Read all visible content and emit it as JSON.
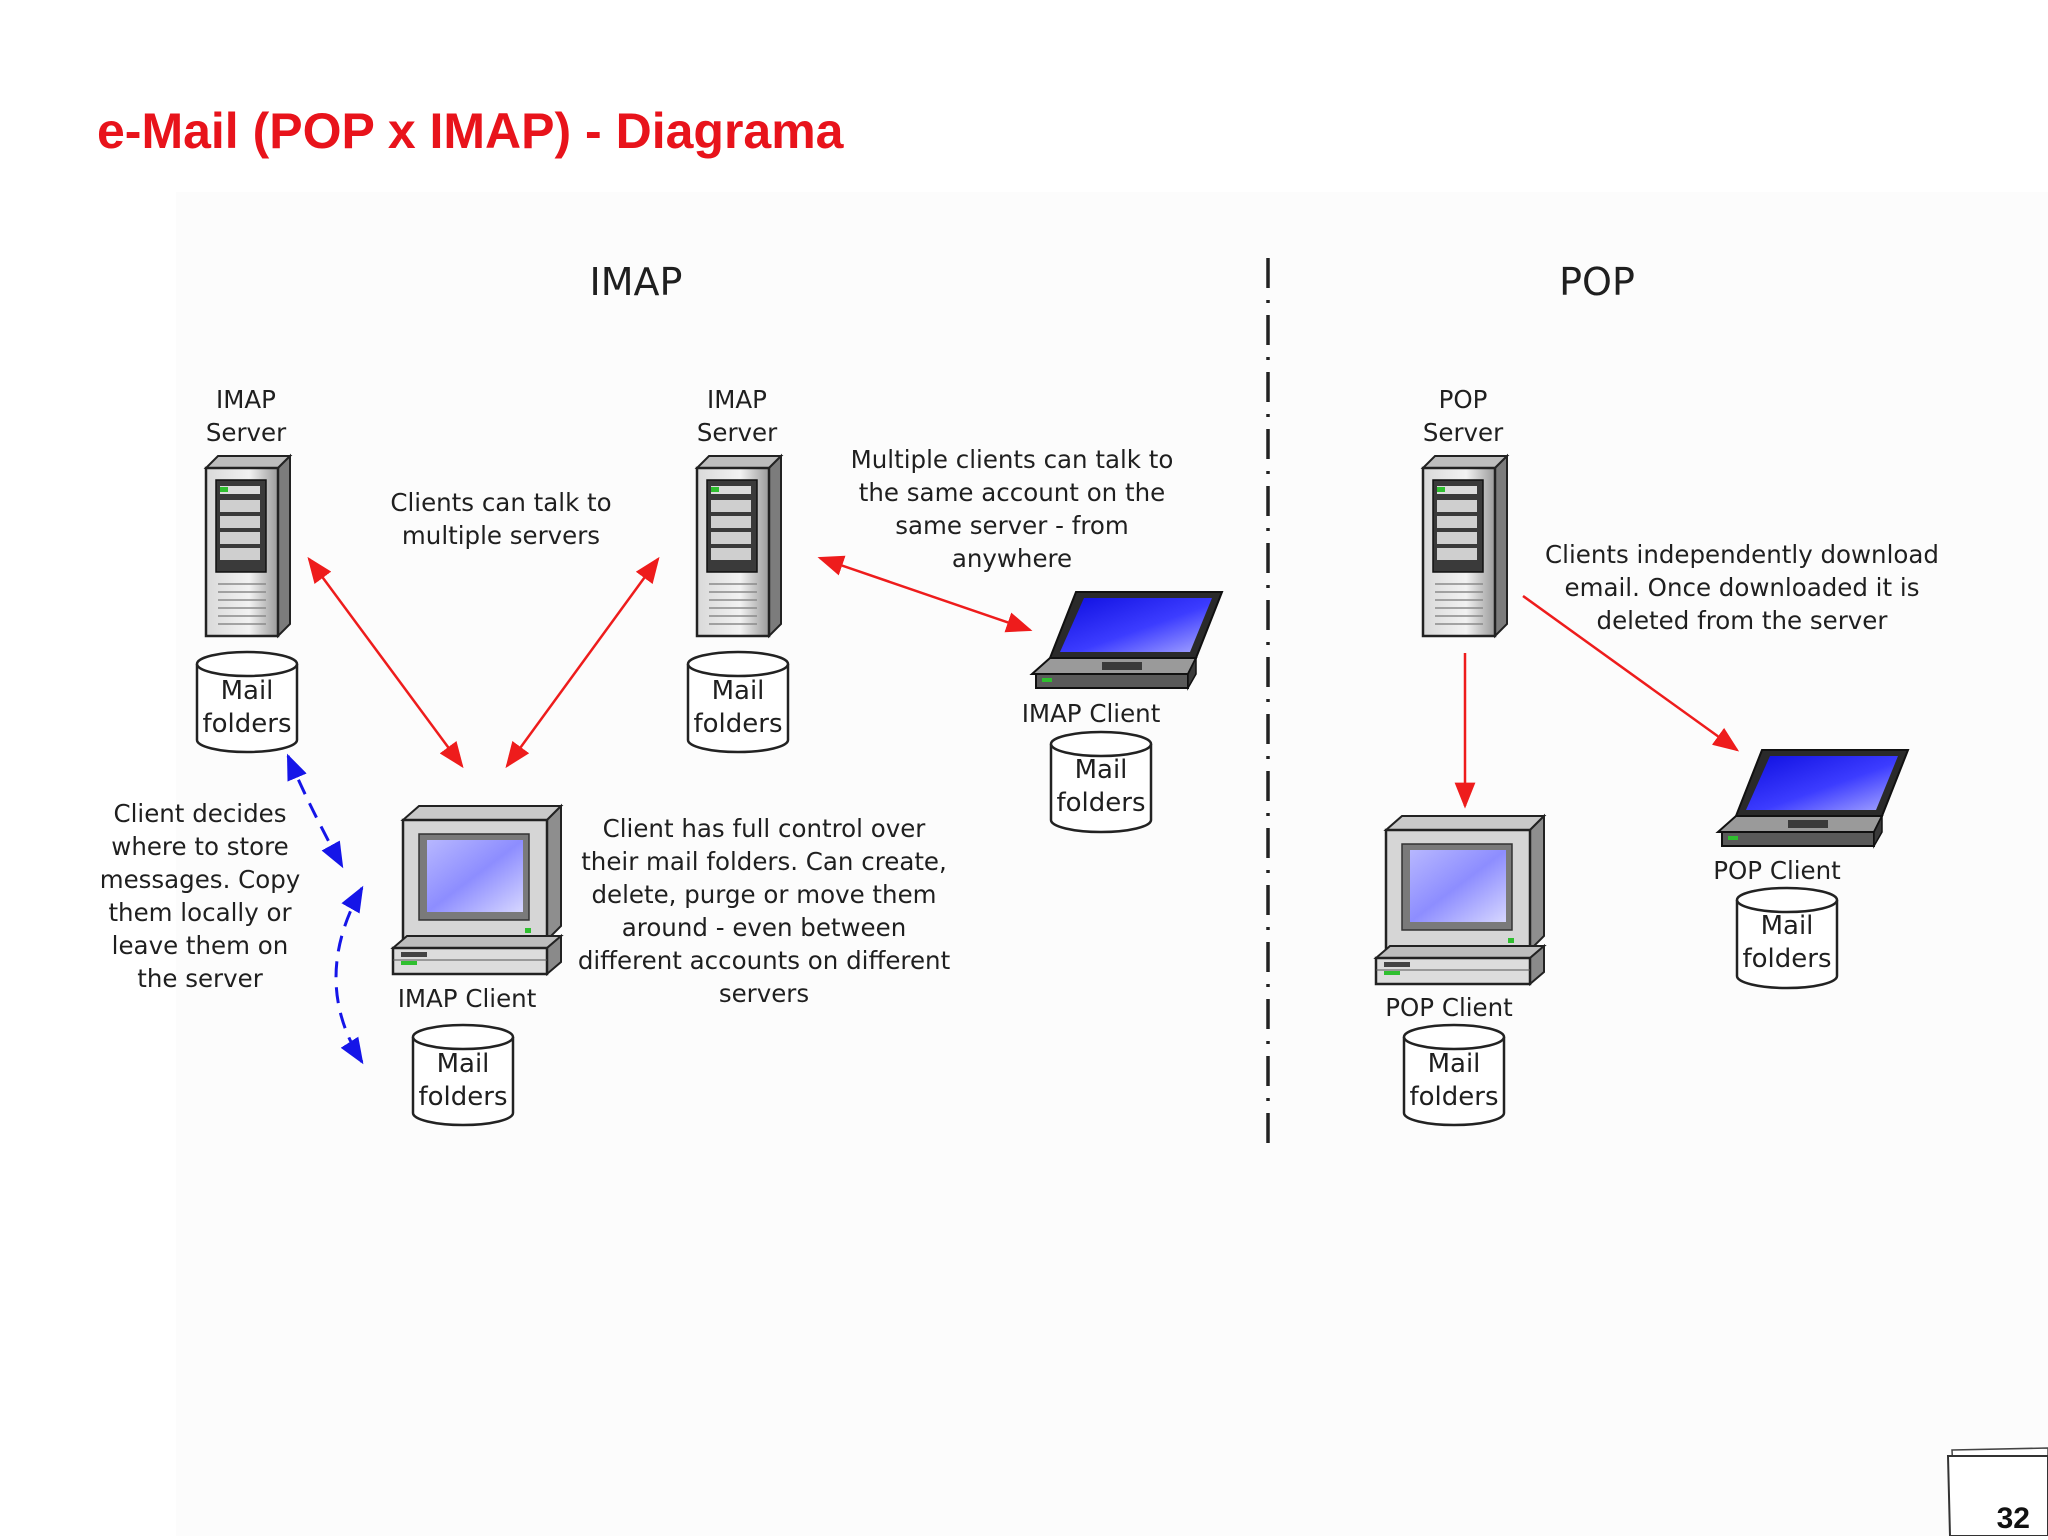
{
  "slide": {
    "title": "e-Mail (POP x IMAP) - Diagrama",
    "page_number": "32",
    "title_color": "#e8131b"
  },
  "diagram": {
    "colors": {
      "arrow_red": "#ee1c1c",
      "arrow_blue": "#1515e8",
      "screen_blue": "#2b2bf0"
    },
    "imap": {
      "heading": "IMAP",
      "server_left": {
        "label_line1": "IMAP",
        "label_line2": "Server",
        "icon": "server-tower-icon"
      },
      "server_right": {
        "label_line1": "IMAP",
        "label_line2": "Server",
        "icon": "server-tower-icon"
      },
      "note_multiple_servers": [
        "Clients can talk to",
        "multiple servers"
      ],
      "note_multiple_clients": [
        "Multiple clients can talk to",
        "the same account on the",
        "same server - from",
        "anywhere"
      ],
      "note_client_decides": [
        "Client decides",
        "where to store",
        "messages. Copy",
        "them locally or",
        "leave them on",
        "the server"
      ],
      "note_full_control": [
        "Client has full control over",
        "their mail folders. Can create,",
        "delete, purge or move them",
        "around - even between",
        "different accounts on different",
        "servers"
      ],
      "desktop_client_label": "IMAP Client",
      "laptop_client_label": "IMAP Client"
    },
    "pop": {
      "heading": "POP",
      "server": {
        "label_line1": "POP",
        "label_line2": "Server",
        "icon": "server-tower-icon"
      },
      "note_download": [
        "Clients independently download",
        "email. Once downloaded it is",
        "deleted from the server"
      ],
      "desktop_client_label": "POP Client",
      "laptop_client_label": "POP Client"
    },
    "mail_folders": {
      "line1": "Mail",
      "line2": "folders"
    }
  }
}
